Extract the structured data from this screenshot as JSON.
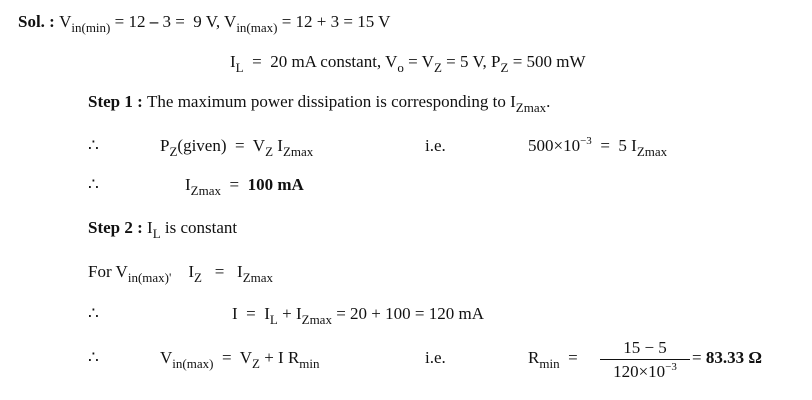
{
  "lines": [
    [
      [
        {
          "t": "Sol. : ",
          "s": "b"
        },
        {
          "t": "V"
        },
        {
          "t": "in(min)",
          "s": "sub"
        },
        {
          "t": " = 12 "
        },
        {
          "t": "–",
          "s": "b"
        },
        {
          "t": " 3 =  9 V, V"
        },
        {
          "t": "in(max)",
          "s": "sub"
        },
        {
          "t": " = 12 + 3 = 15 V"
        }
      ]
    ],
    [
      [
        {
          "t": "I"
        },
        {
          "t": "L",
          "s": "sub"
        },
        {
          "t": "  =  20 mA constant, V"
        },
        {
          "t": "o",
          "s": "sub"
        },
        {
          "t": " = V"
        },
        {
          "t": "Z",
          "s": "sub"
        },
        {
          "t": " = 5 V, P"
        },
        {
          "t": "Z",
          "s": "sub"
        },
        {
          "t": " = 500 mW"
        }
      ]
    ],
    [
      [
        {
          "t": "Step 1 : ",
          "s": "b"
        },
        {
          "t": "The maximum power dissipation is corresponding to I"
        },
        {
          "t": "Zmax",
          "s": "sub"
        },
        {
          "t": "."
        }
      ]
    ],
    [
      [
        {
          "t": "∴"
        }
      ],
      [
        {
          "t": "P"
        },
        {
          "t": "Z",
          "s": "sub"
        },
        {
          "t": "(given)  =  V"
        },
        {
          "t": "Z",
          "s": "sub"
        },
        {
          "t": " I"
        },
        {
          "t": "Zmax",
          "s": "sub"
        }
      ],
      [
        {
          "t": "i.e."
        }
      ],
      [
        {
          "t": "500×10"
        },
        {
          "t": "−3",
          "s": "sup"
        },
        {
          "t": "  =  5 I"
        },
        {
          "t": "Zmax",
          "s": "sub"
        }
      ]
    ],
    [
      [
        {
          "t": "∴"
        }
      ],
      [
        {
          "t": "I"
        },
        {
          "t": "Zmax",
          "s": "sub"
        },
        {
          "t": "  =  "
        },
        {
          "t": "100 mA",
          "s": "b"
        }
      ]
    ],
    [
      [
        {
          "t": "Step 2 : ",
          "s": "b"
        },
        {
          "t": "I"
        },
        {
          "t": "L",
          "s": "sub"
        },
        {
          "t": " is constant"
        }
      ]
    ],
    [
      [
        {
          "t": "For V"
        },
        {
          "t": "in(max)'",
          "s": "sub"
        },
        {
          "t": "    I"
        },
        {
          "t": "Z",
          "s": "sub"
        },
        {
          "t": "   =   I"
        },
        {
          "t": "Zmax",
          "s": "sub"
        }
      ]
    ],
    [
      [
        {
          "t": "∴"
        }
      ],
      [
        {
          "t": "I  =  I"
        },
        {
          "t": "L",
          "s": "sub"
        },
        {
          "t": " + I"
        },
        {
          "t": "Zmax",
          "s": "sub"
        },
        {
          "t": " = 20 + 100 = 120 mA"
        }
      ]
    ],
    [
      [
        {
          "t": "∴"
        }
      ],
      [
        {
          "t": "V"
        },
        {
          "t": "in(max)",
          "s": "sub"
        },
        {
          "t": "  =  V"
        },
        {
          "t": "Z",
          "s": "sub"
        },
        {
          "t": " + I R"
        },
        {
          "t": "min",
          "s": "sub"
        }
      ],
      [
        {
          "t": "i.e."
        }
      ],
      [
        {
          "t": "R"
        },
        {
          "t": "min",
          "s": "sub"
        },
        {
          "t": "  ="
        }
      ],
      [
        {
          "t": "= "
        },
        {
          "t": "83.33 Ω",
          "s": "b"
        }
      ]
    ]
  ],
  "fraction": {
    "numerator": "15 − 5",
    "denominator_base": "120×10",
    "denominator_exp": "−3"
  }
}
